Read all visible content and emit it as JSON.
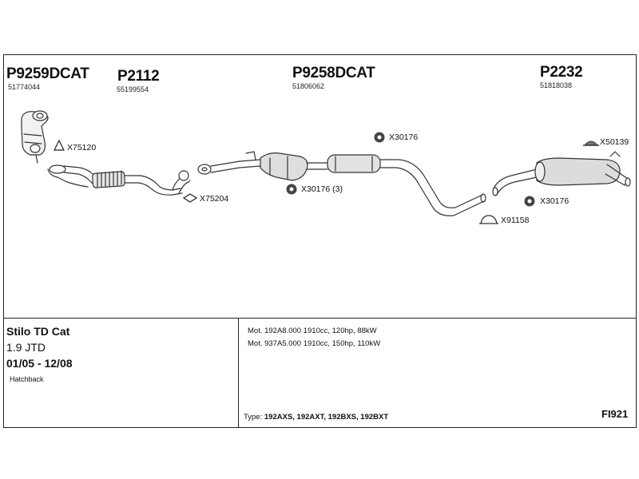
{
  "parts": [
    {
      "number": "P9259DCAT",
      "ref": "51774044"
    },
    {
      "number": "P2112",
      "ref": "55199554"
    },
    {
      "number": "P9258DCAT",
      "ref": "51806062"
    },
    {
      "number": "P2232",
      "ref": "51818038"
    }
  ],
  "fittings": {
    "x75120": "X75120",
    "x75204": "X75204",
    "x30176_top": "X30176",
    "x30176_mid": "X30176 (3)",
    "x30176_right": "X30176",
    "x50139": "X50139",
    "x91158": "X91158"
  },
  "vehicle": {
    "model": "Stilo TD Cat",
    "engine": "1.9 JTD",
    "years": "01/05 - 12/08",
    "body": "Hatchback"
  },
  "motors": [
    "Mot. 192A8.000 1910cc, 120hp, 88kW",
    "Mot. 937A5.000 1910cc, 150hp, 110kW"
  ],
  "type_label": "Type:",
  "type_codes": "192AXS, 192AXT, 192BXS, 192BXT",
  "diagram_code": "FI921"
}
